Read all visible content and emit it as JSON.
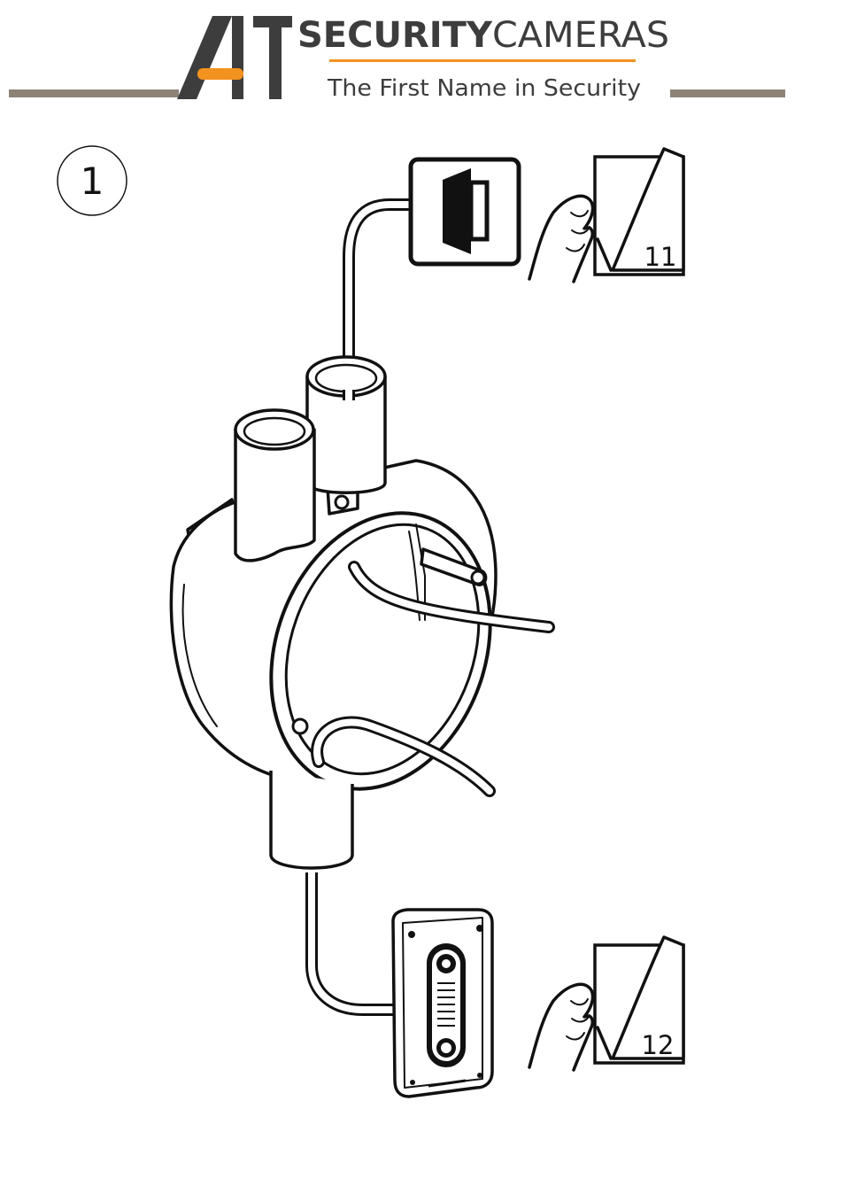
{
  "header": {
    "brand_bold": "SECURITY",
    "brand_light": "CAMERAS",
    "tagline": "The First Name in Security",
    "logo_mark": "A1",
    "colors": {
      "rule": "#8c8276",
      "accent": "#f2921f",
      "logo_dark": "#3d3d3d",
      "ink": "#111111"
    }
  },
  "step": {
    "number": "1"
  },
  "references": [
    {
      "page": "11"
    },
    {
      "page": "12"
    }
  ],
  "icons": [
    "door-access-icon",
    "hand-page-icon",
    "junction-box-icon",
    "door-station-icon",
    "cable-icon"
  ]
}
